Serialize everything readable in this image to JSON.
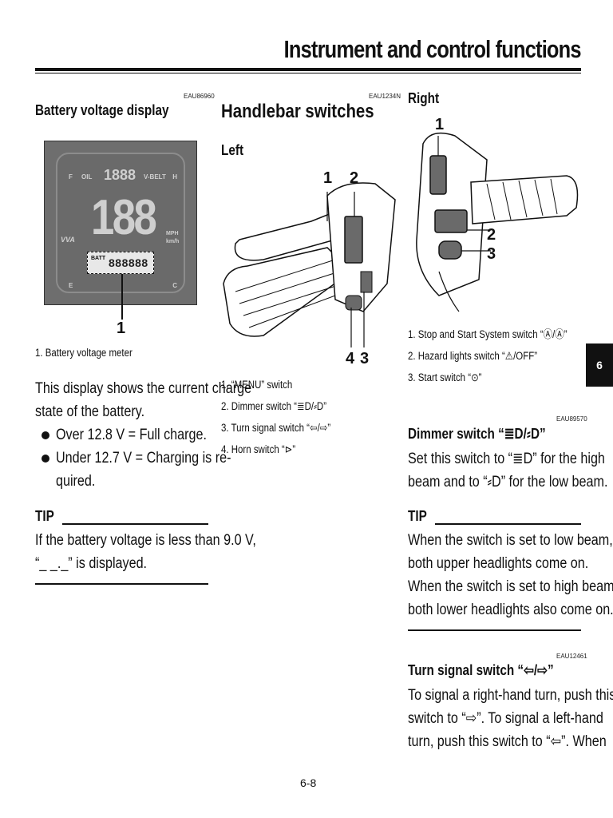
{
  "header": {
    "title": "Instrument and control functions"
  },
  "tab": {
    "label": "6"
  },
  "page": {
    "number": "6-8"
  },
  "battery": {
    "code": "EAU86960",
    "heading": "Battery voltage display",
    "callout": "1",
    "caption": "1. Battery voltage meter",
    "para_1": "This display shows the current charge",
    "para_2": "state of the battery.",
    "bullet_1": "Over 12.8 V = Full charge.",
    "bullet_2a": "Under  12.7  V  =  Charging  is  re-",
    "bullet_2b": "quired.",
    "tip_label": "TIP",
    "tip_1": "If the battery voltage is less than 9.0 V,",
    "tip_2": "“_ _._” is displayed."
  },
  "meter": {
    "oil": "OIL",
    "small_digits": "1888",
    "vbelt": "V-BELT",
    "big_digits": "188",
    "mph": "MPH",
    "kmh": "km/h",
    "batt_label": "BATT",
    "batt_value": "888888",
    "f": "F",
    "h": "H",
    "e": "E",
    "c": "C",
    "vva": "VVA"
  },
  "handlebar": {
    "code": "EAU1234N",
    "heading": "Handlebar switches",
    "left_label": "Left",
    "callout_1": "1",
    "callout_2": "2",
    "callout_4": "4",
    "callout_3": "3",
    "items": [
      "1. “MENU” switch",
      "2. Dimmer switch “≣D/⸗D”",
      "3. Turn signal switch “⇦/⇨”",
      "4. Horn switch “⊳”"
    ]
  },
  "right": {
    "label": "Right",
    "callout_1": "1",
    "callout_2": "2",
    "callout_3": "3",
    "items": [
      "1. Stop and Start System switch “Ⓐ/Ⓐ”",
      "2. Hazard lights switch “⚠/OFF”",
      "3. Start switch “⊙”"
    ]
  },
  "dimmer": {
    "code": "EAU89570",
    "heading": "Dimmer switch “≣D/⸗D”",
    "line_1": "Set  this  switch  to “≣D”  for  the  high",
    "line_2": "beam and to “⸗D” for the low beam.",
    "tip_label": "TIP",
    "tip_1": "When the switch is set to low beam,",
    "tip_2": "both upper headlights come on.",
    "tip_3": "When the switch is set to high beam,",
    "tip_4": "both lower headlights also come on."
  },
  "turn": {
    "code": "EAU12461",
    "heading": "Turn signal switch “⇦/⇨”",
    "line_1": "To signal a right-hand turn, push this",
    "line_2": "switch to “⇨”. To signal a left-hand",
    "line_3": "turn, push this switch to “⇦”. When"
  }
}
